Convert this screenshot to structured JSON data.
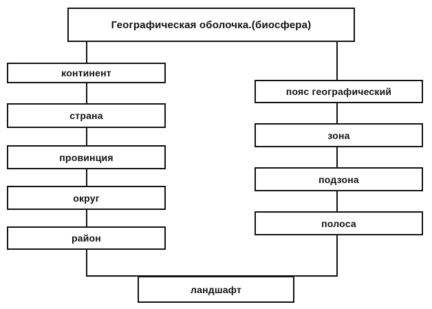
{
  "diagram": {
    "root": "Географическая оболочка.(биосфера)",
    "left_chain": [
      "континент",
      "страна",
      "провинция",
      "округ",
      "район"
    ],
    "right_chain": [
      "пояс географический",
      "зона",
      "подзона",
      "полоса"
    ],
    "bottom": "ландшафт"
  },
  "colors": {
    "line": "#111111",
    "background": "#ffffff"
  }
}
